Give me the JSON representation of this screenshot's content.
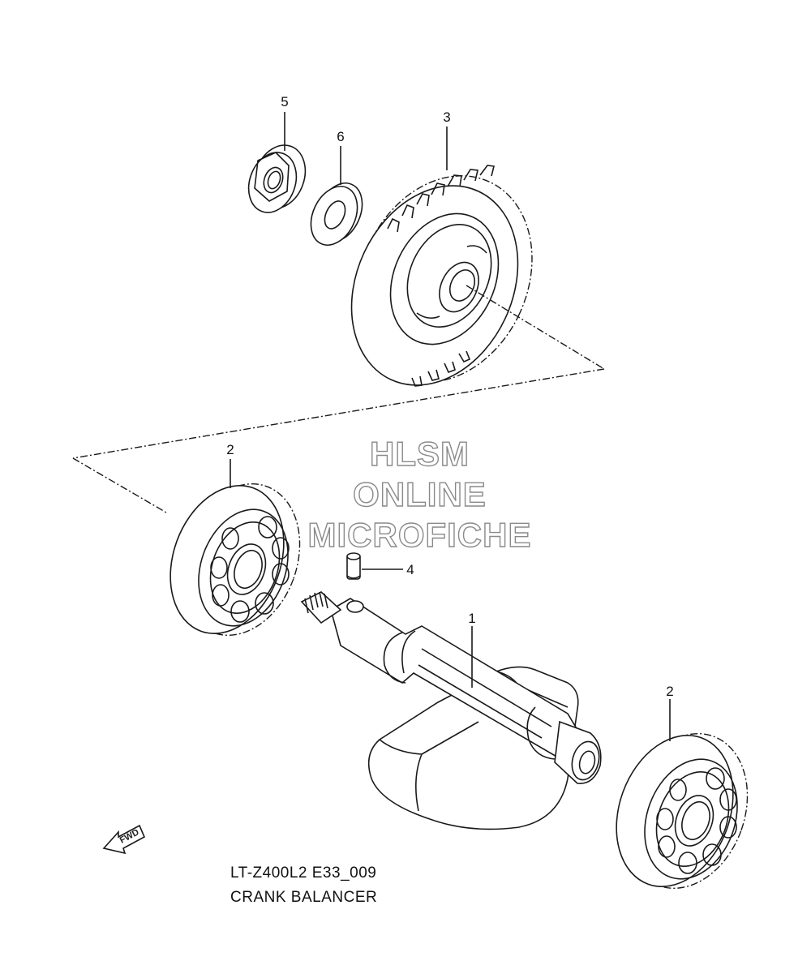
{
  "callouts": {
    "c1": "1",
    "c2a": "2",
    "c2b": "2",
    "c3": "3",
    "c4": "4",
    "c5": "5",
    "c6": "6"
  },
  "watermark": {
    "line1": "HLSM",
    "line2": "ONLINE",
    "line3": "MICROFICHE"
  },
  "fwd_label": "FWD",
  "caption": {
    "model": "LT-Z400L2 E33_009",
    "title": "CRANK BALANCER"
  },
  "colors": {
    "line": "#1a1a1a",
    "watermark_outline": "#8a8a8a",
    "background": "#ffffff"
  }
}
